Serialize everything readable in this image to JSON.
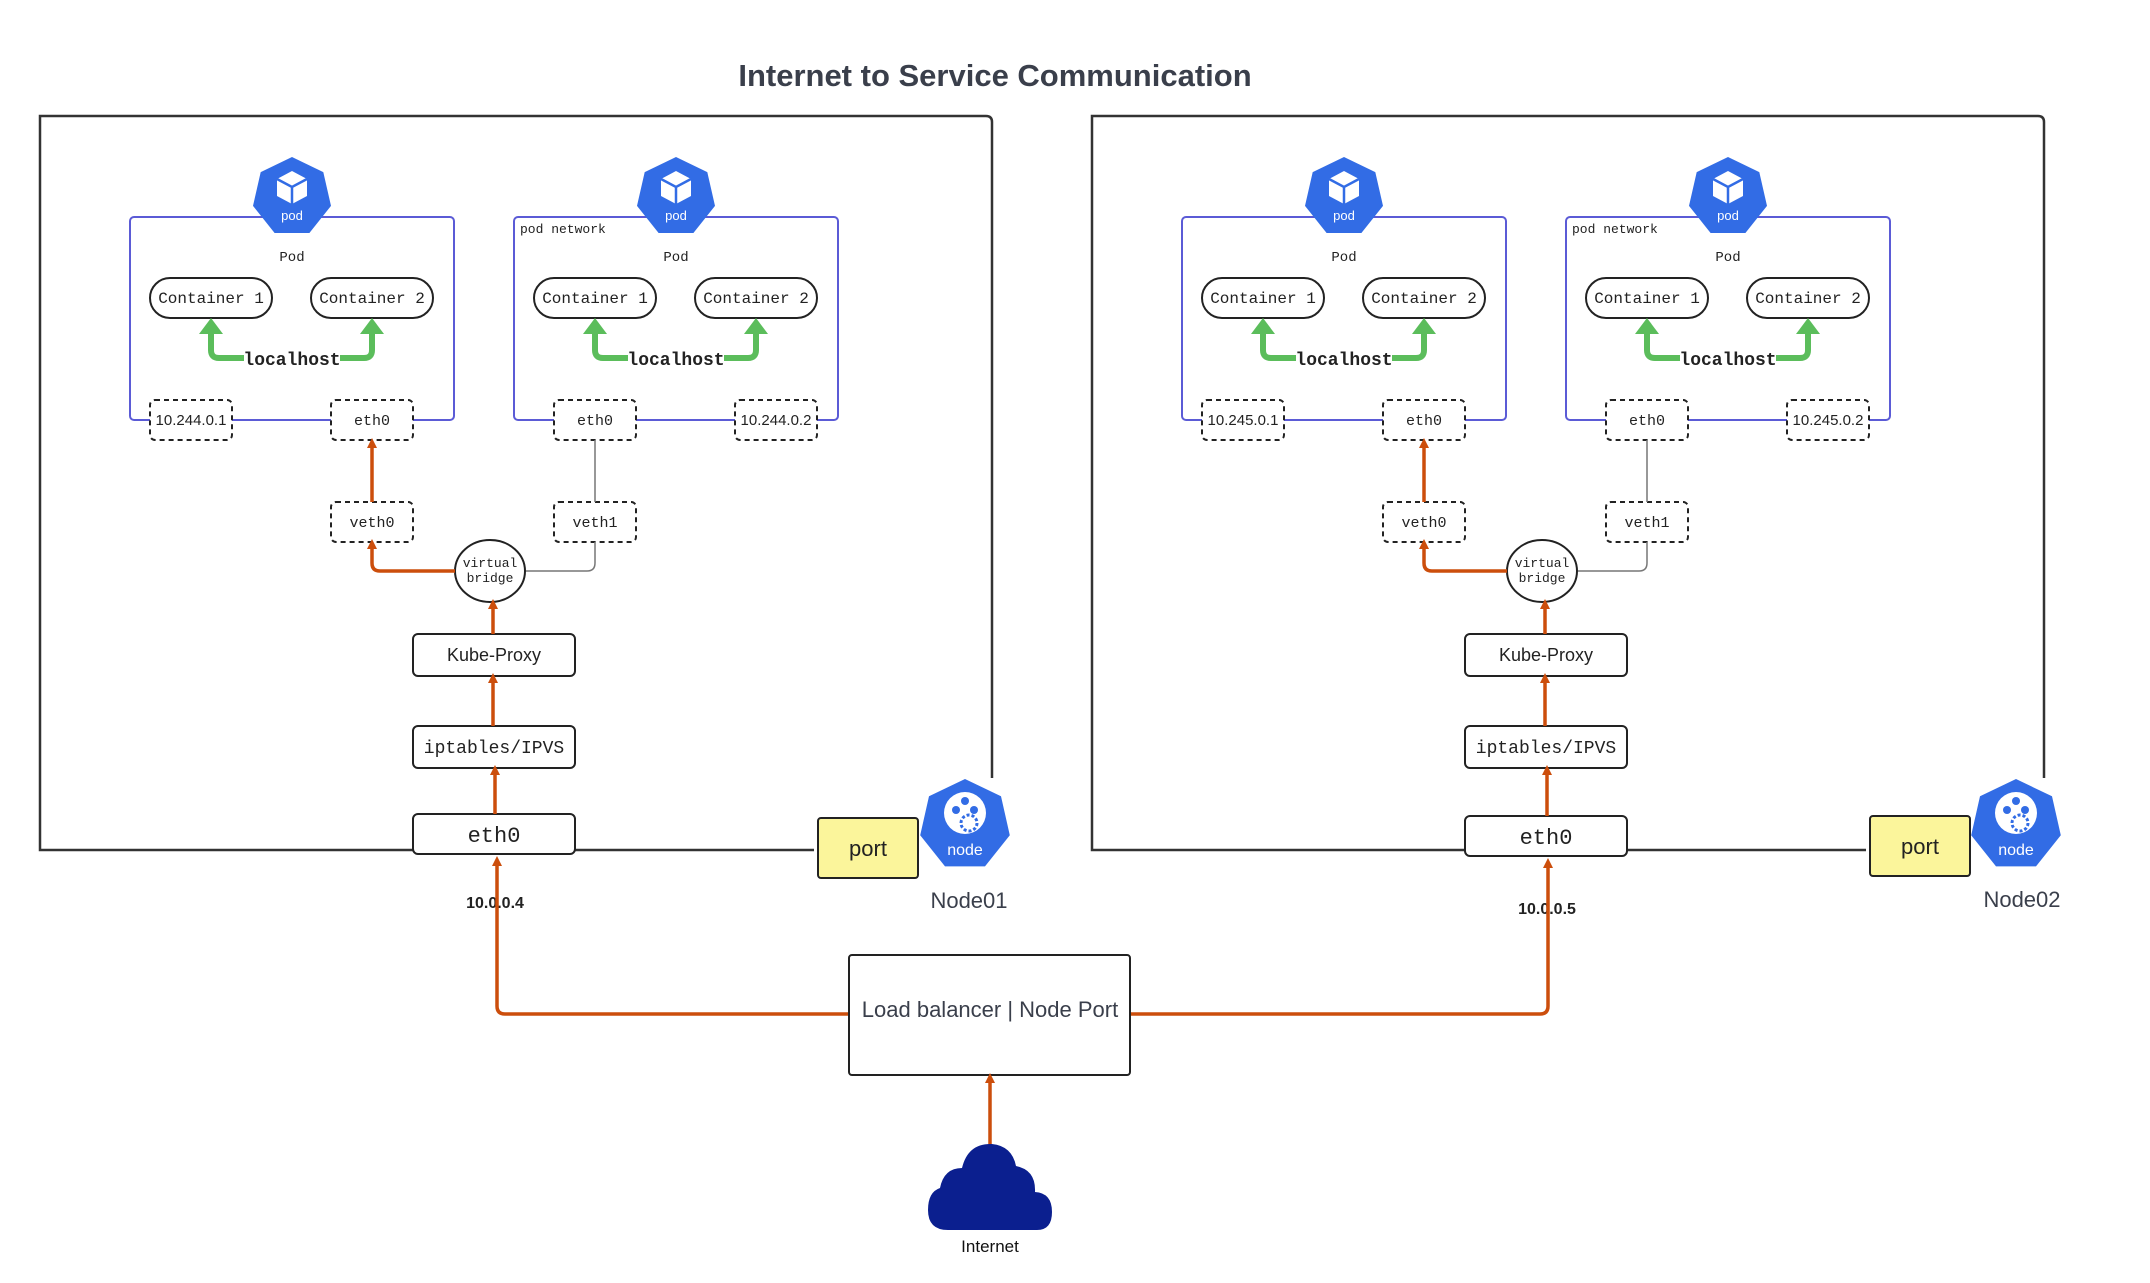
{
  "title": "Internet to Service Communication",
  "colors": {
    "node_border": "#333333",
    "pod_border": "#5b5bd6",
    "traffic_arrow": "#cc4e0c",
    "localhost_arrow": "#5bbd5b",
    "k8s_blue": "#326ce5",
    "port_fill": "#fbf59b",
    "cloud": "#0b1f8f"
  },
  "icons": {
    "pod": "pod-icon",
    "node": "node-icon",
    "internet": "cloud-icon"
  },
  "nodes": [
    {
      "name": "Node01",
      "ip": "10.0.0.4",
      "port_label": "port",
      "node_icon_label": "node",
      "eth_label": "eth0",
      "iptables_label": "iptables/IPVS",
      "kube_proxy_label": "Kube-Proxy",
      "bridge_label": [
        "virtual",
        "bridge"
      ],
      "veths": [
        "veth0",
        "veth1"
      ],
      "pods": [
        {
          "icon_label": "pod",
          "title": "Pod",
          "network_label": "",
          "containers": [
            "Container 1",
            "Container 2"
          ],
          "localhost_label": "localhost",
          "eth_label": "eth0",
          "ip": "10.244.0.1"
        },
        {
          "icon_label": "pod",
          "title": "Pod",
          "network_label": "pod network",
          "containers": [
            "Container 1",
            "Container 2"
          ],
          "localhost_label": "localhost",
          "eth_label": "eth0",
          "ip": "10.244.0.2"
        }
      ]
    },
    {
      "name": "Node02",
      "ip": "10.0.0.5",
      "port_label": "port",
      "node_icon_label": "node",
      "eth_label": "eth0",
      "iptables_label": "iptables/IPVS",
      "kube_proxy_label": "Kube-Proxy",
      "bridge_label": [
        "virtual",
        "bridge"
      ],
      "veths": [
        "veth0",
        "veth1"
      ],
      "pods": [
        {
          "icon_label": "pod",
          "title": "Pod",
          "network_label": "",
          "containers": [
            "Container 1",
            "Container 2"
          ],
          "localhost_label": "localhost",
          "eth_label": "eth0",
          "ip": "10.245.0.1"
        },
        {
          "icon_label": "pod",
          "title": "Pod",
          "network_label": "pod network",
          "containers": [
            "Container 1",
            "Container 2"
          ],
          "localhost_label": "localhost",
          "eth_label": "eth0",
          "ip": "10.245.0.2"
        }
      ]
    }
  ],
  "load_balancer": {
    "label": "Load balancer | Node Port"
  },
  "internet": {
    "label": "Internet"
  }
}
